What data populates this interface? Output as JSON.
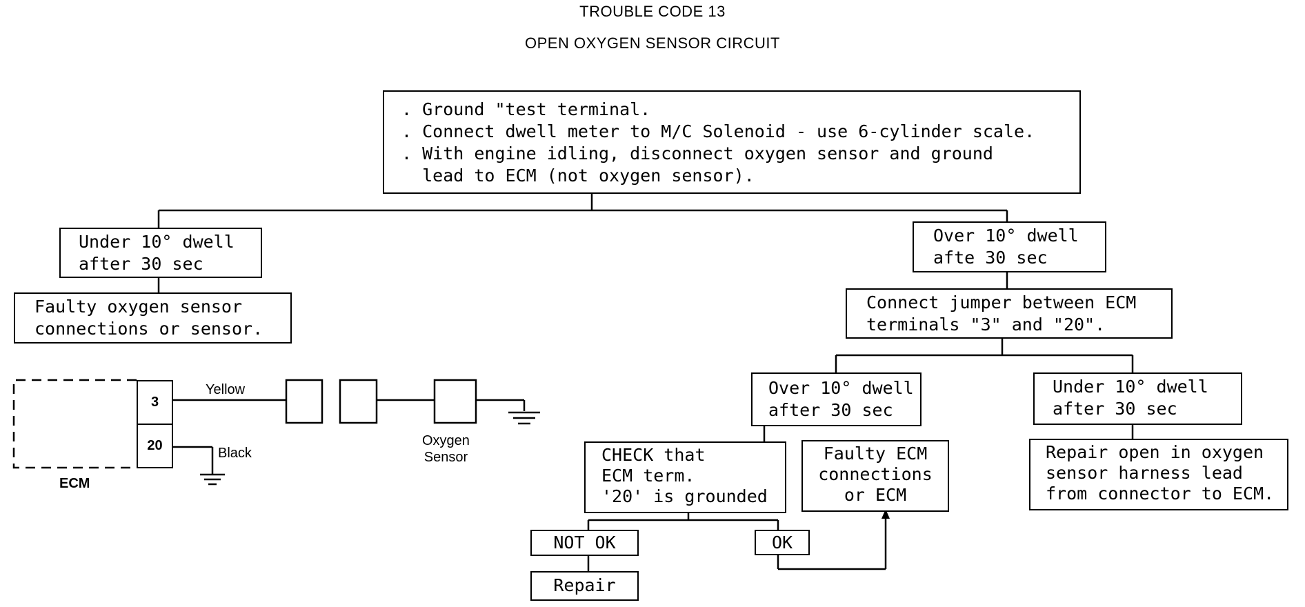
{
  "header": {
    "title": "TROUBLE CODE 13",
    "subtitle": "OPEN OXYGEN SENSOR CIRCUIT"
  },
  "steps": {
    "top": [
      ". Ground \"test terminal.",
      ". Connect dwell meter to M/C Solenoid - use 6-cylinder scale.",
      ". With engine idling, disconnect oxygen sensor and ground",
      "  lead to ECM (not oxygen sensor)."
    ],
    "under_dwell": [
      "Under 10° dwell",
      "after 30 sec"
    ],
    "faulty_sensor": [
      "Faulty oxygen sensor",
      "connections or sensor."
    ],
    "over_dwell": [
      "Over 10° dwell",
      "afte 30 sec"
    ],
    "jumper": [
      "Connect jumper between ECM",
      "terminals \"3\" and \"20\"."
    ],
    "over_dwell_2": [
      "Over 10° dwell",
      "after 30 sec"
    ],
    "under_dwell_2": [
      "Under 10° dwell",
      "after 30 sec"
    ],
    "check": [
      "CHECK that",
      "ECM term.",
      "'20' is grounded"
    ],
    "faulty_ecm": [
      "Faulty ECM",
      "connections",
      "or ECM"
    ],
    "repair_open": [
      "Repair open in oxygen",
      "sensor harness lead",
      "from connector to ECM."
    ],
    "not_ok": "NOT OK",
    "ok": "OK",
    "repair": "Repair"
  },
  "wiring": {
    "terminal_3": "3",
    "terminal_20": "20",
    "ecm_label": "ECM",
    "yellow_label": "Yellow",
    "black_label": "Black",
    "sensor_label": [
      "Oxygen",
      "Sensor"
    ]
  }
}
